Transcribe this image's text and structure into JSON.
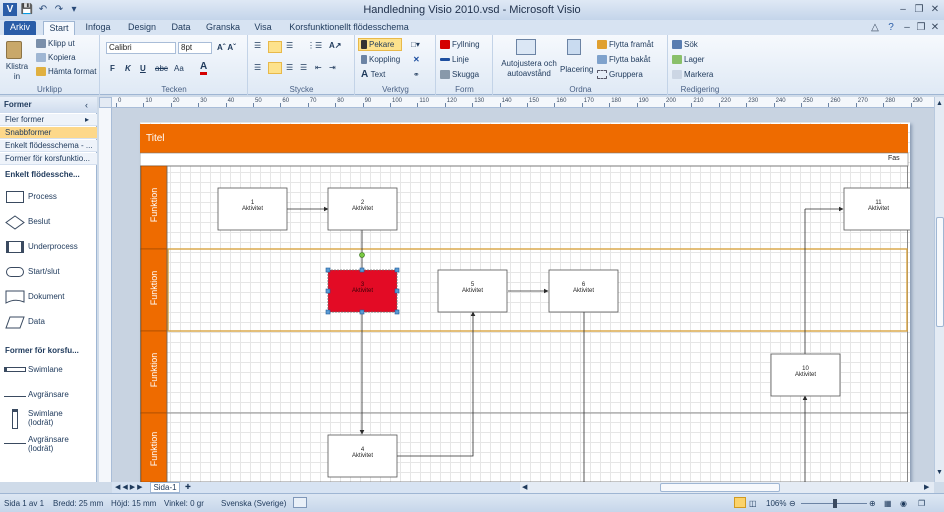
{
  "window": {
    "title": "Handledning Visio 2010.vsd - Microsoft Visio"
  },
  "tabs": [
    {
      "label": "Arkiv"
    },
    {
      "label": "Start"
    },
    {
      "label": "Infoga"
    },
    {
      "label": "Design"
    },
    {
      "label": "Data"
    },
    {
      "label": "Granska"
    },
    {
      "label": "Visa"
    },
    {
      "label": "Korsfunktionellt flödesschema"
    }
  ],
  "ribbon": {
    "clipboard": {
      "paste": "Klistra in",
      "cut": "Klipp ut",
      "copy": "Kopiera",
      "format": "Hämta format",
      "label": "Urklipp"
    },
    "font": {
      "name": "Calibri",
      "size": "8pt",
      "bold": "F",
      "italic": "K",
      "underline": "U",
      "strike": "abc",
      "case": "Aa",
      "label": "Tecken"
    },
    "paragraph": {
      "label": "Stycke"
    },
    "tools": {
      "pointer": "Pekare",
      "connector": "Koppling",
      "text": "Text",
      "label": "Verktyg"
    },
    "shape": {
      "fill": "Fyllning",
      "line": "Linje",
      "shadow": "Skugga",
      "label": "Form"
    },
    "arrange": {
      "auto": "Autojustera och autoavstånd",
      "position": "Placering",
      "front": "Flytta framåt",
      "back": "Flytta bakåt",
      "group": "Gruppera",
      "label": "Ordna"
    },
    "editing": {
      "find": "Sök",
      "layers": "Lager",
      "select": "Markera",
      "label": "Redigering"
    }
  },
  "shapes_pane": {
    "title": "Former",
    "stencils": [
      {
        "label": "Fler former"
      },
      {
        "label": "Snabbformer"
      },
      {
        "label": "Enkelt flödesschema - ..."
      },
      {
        "label": "Former för korsfunktio..."
      }
    ],
    "section1": "Enkelt flödessche...",
    "items1": [
      {
        "label": "Process"
      },
      {
        "label": "Beslut"
      },
      {
        "label": "Underprocess"
      },
      {
        "label": "Start/slut"
      },
      {
        "label": "Dokument"
      },
      {
        "label": "Data"
      }
    ],
    "section2": "Former för korsfu...",
    "items2": [
      {
        "label": "Swimlane"
      },
      {
        "label": "Avgränsare"
      },
      {
        "label": "Swimlane (lodrät)"
      },
      {
        "label": "Avgränsare (lodrät)"
      }
    ]
  },
  "ruler": {
    "h_ticks": [
      "0",
      "10",
      "20",
      "30",
      "40",
      "50",
      "60",
      "70",
      "80",
      "90",
      "100",
      "110",
      "120",
      "130",
      "140",
      "150",
      "160",
      "170",
      "180",
      "190",
      "200",
      "210",
      "220",
      "230",
      "240",
      "250",
      "260",
      "270",
      "280",
      "290"
    ]
  },
  "diagram": {
    "title": "Titel",
    "phase": "Fas",
    "lanes": [
      "Funktion",
      "Funktion",
      "Funktion",
      "Funktion"
    ],
    "boxes": [
      {
        "num": "1",
        "label": "Aktivitet"
      },
      {
        "num": "2",
        "label": "Aktivitet"
      },
      {
        "num": "3",
        "label": "Aktivitet"
      },
      {
        "num": "4",
        "label": "Aktivitet"
      },
      {
        "num": "5",
        "label": "Aktivitet"
      },
      {
        "num": "6",
        "label": "Aktivitet"
      },
      {
        "num": "10",
        "label": "Aktivitet"
      },
      {
        "num": "11",
        "label": "Aktivitet"
      }
    ],
    "colors": {
      "header": "#ee6b00",
      "lane": "#ee6b00",
      "selected": "#e30b25"
    }
  },
  "page_tab": {
    "label": "Sida-1"
  },
  "status": {
    "page": "Sida 1 av 1",
    "width": "Bredd: 25 mm",
    "height": "Höjd: 15 mm",
    "angle": "Vinkel: 0 gr",
    "language": "Svenska (Sverige)",
    "zoom": "106%"
  }
}
